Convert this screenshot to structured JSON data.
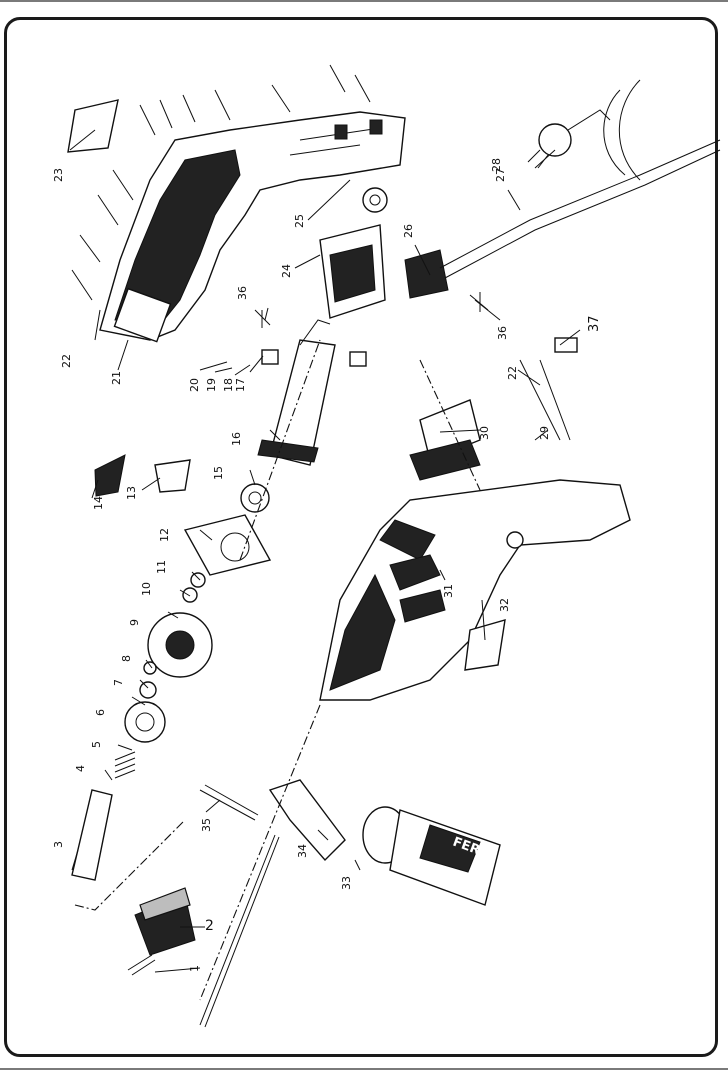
{
  "diagram": {
    "type": "exploded parts diagram",
    "subject": "hammer drill",
    "brand_text": "FERM",
    "labels": [
      "1",
      "2",
      "3",
      "4",
      "5",
      "6",
      "7",
      "8",
      "9",
      "10",
      "11",
      "12",
      "13",
      "14",
      "15",
      "16",
      "17",
      "18",
      "19",
      "20",
      "21",
      "22",
      "22",
      "23",
      "24",
      "25",
      "26",
      "27",
      "28",
      "29",
      "30",
      "31",
      "32",
      "33",
      "34",
      "35",
      "36",
      "36",
      "37"
    ]
  }
}
